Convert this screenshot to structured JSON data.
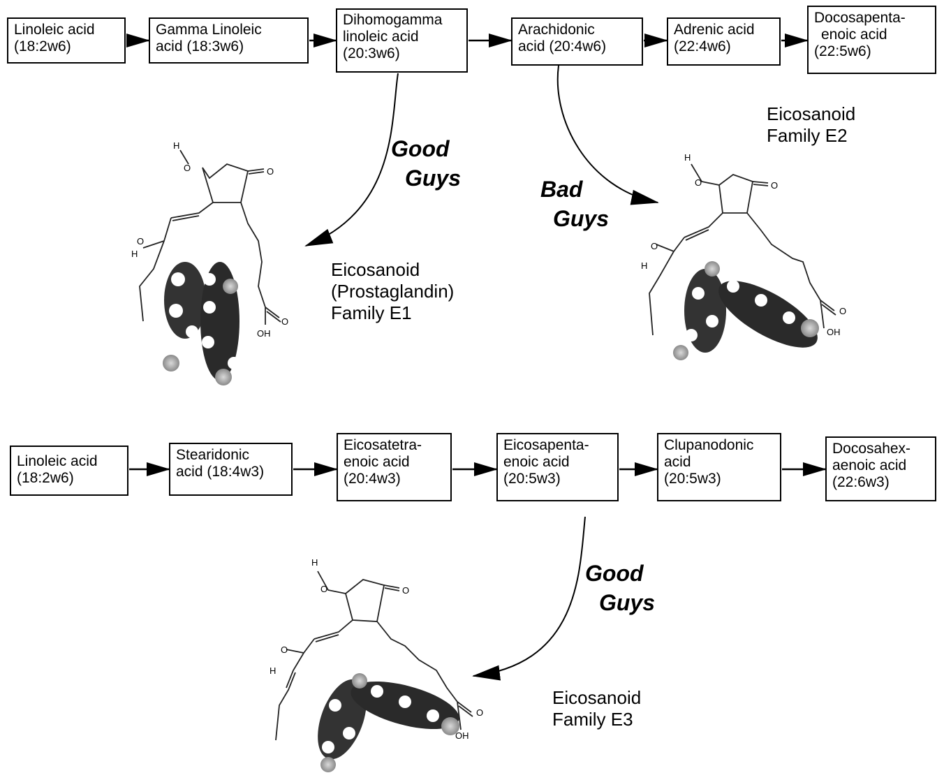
{
  "omega6_chain": [
    {
      "lines": [
        "Linoleic acid",
        "(18:2w6)"
      ]
    },
    {
      "lines": [
        "Gamma Linoleic",
        "acid (18:3w6)"
      ]
    },
    {
      "lines": [
        "Dihomogamma",
        "linoleic acid",
        "(20:3w6)"
      ]
    },
    {
      "lines": [
        "Arachidonic",
        "acid (20:4w6)"
      ]
    },
    {
      "lines": [
        "Adrenic acid",
        "(22:4w6)"
      ]
    },
    {
      "lines": [
        "Docosapenta-",
        "enoic  acid",
        "(22:5w6)"
      ]
    }
  ],
  "omega3_chain": [
    {
      "lines": [
        "Linoleic acid",
        "(18:2w6)"
      ]
    },
    {
      "lines": [
        "Stearidonic",
        "acid (18:4w3)"
      ]
    },
    {
      "lines": [
        "Eicosatetra-",
        "enoic acid",
        "(20:4w3)"
      ]
    },
    {
      "lines": [
        "Eicosapenta-",
        "enoic acid",
        "(20:5w3)"
      ]
    },
    {
      "lines": [
        "Clupanodonic",
        "acid",
        "(20:5w3)"
      ]
    },
    {
      "lines": [
        "Docosahex-",
        "aenoic acid",
        "(22:6w3)"
      ]
    }
  ],
  "pathway_labels": {
    "e1": [
      "Good",
      "Guys"
    ],
    "e2": [
      "Bad",
      "Guys"
    ],
    "e3": [
      "Good",
      "Guys"
    ]
  },
  "families": {
    "e1": [
      "Eicosanoid",
      "(Prostaglandin)",
      "Family E1"
    ],
    "e2": [
      "Eicosanoid",
      "Family E2"
    ],
    "e3": [
      "Eicosanoid",
      "Family E3"
    ]
  },
  "molecule_atoms": {
    "hydrogen": "H",
    "oxygen": "O",
    "hydroxyl": "OH"
  }
}
